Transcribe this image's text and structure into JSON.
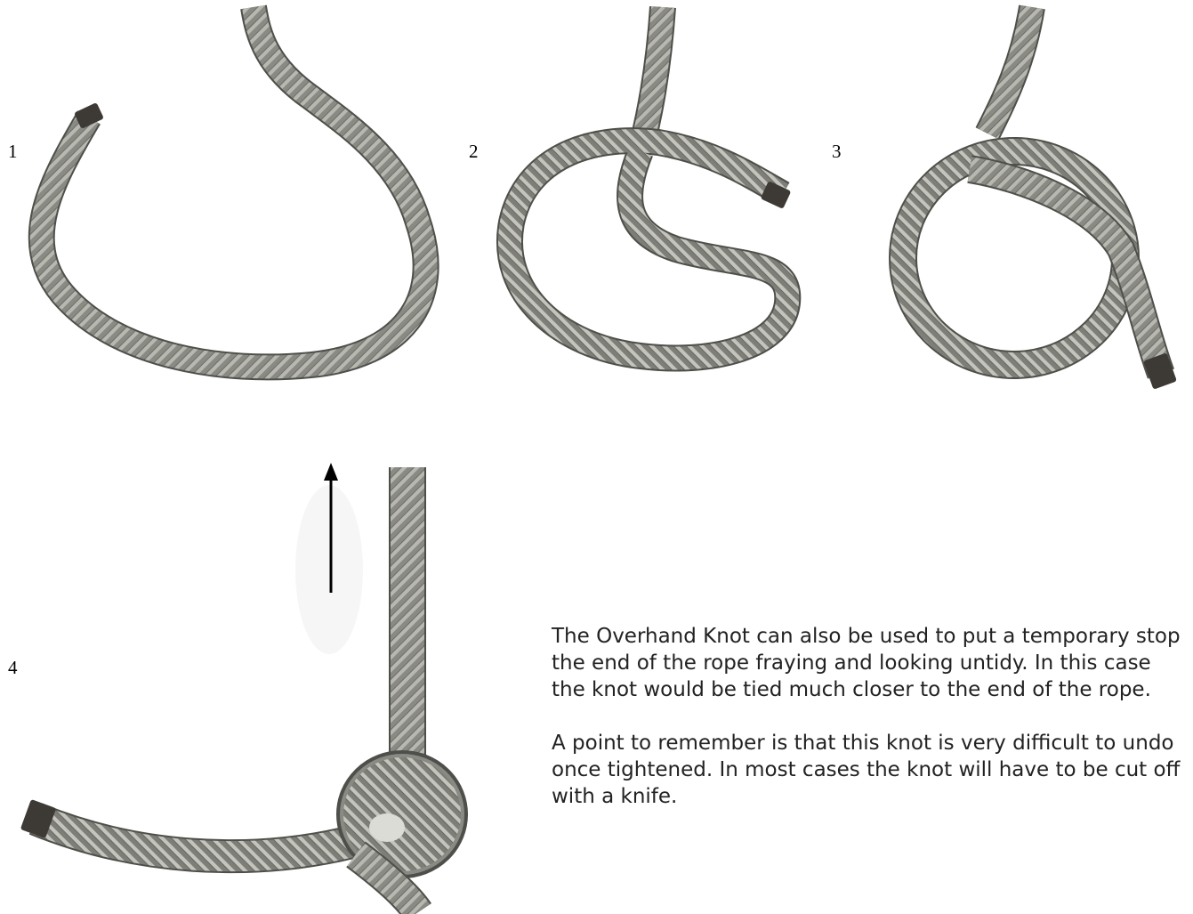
{
  "steps": [
    {
      "number": "1"
    },
    {
      "number": "2"
    },
    {
      "number": "3"
    },
    {
      "number": "4"
    }
  ],
  "description": {
    "paragraph_1": "The Overhand Knot can also be used to put a temporary stop the end of the rope fraying and looking untidy. In this case the knot would be tied much closer to the end of the rope.",
    "paragraph_2": "A point to remember is that this knot is very difficult to undo once tightened.  In most cases the knot will have to be cut off with a knife."
  },
  "colors": {
    "rope": "#8a8a84",
    "rope_dark": "#4e4e4a",
    "rope_light": "#c9c9c2",
    "rope_end": "#3d3a36",
    "text": "#222222",
    "arrow": "#000000"
  },
  "icons": {
    "arrow": "up-arrow-icon"
  }
}
